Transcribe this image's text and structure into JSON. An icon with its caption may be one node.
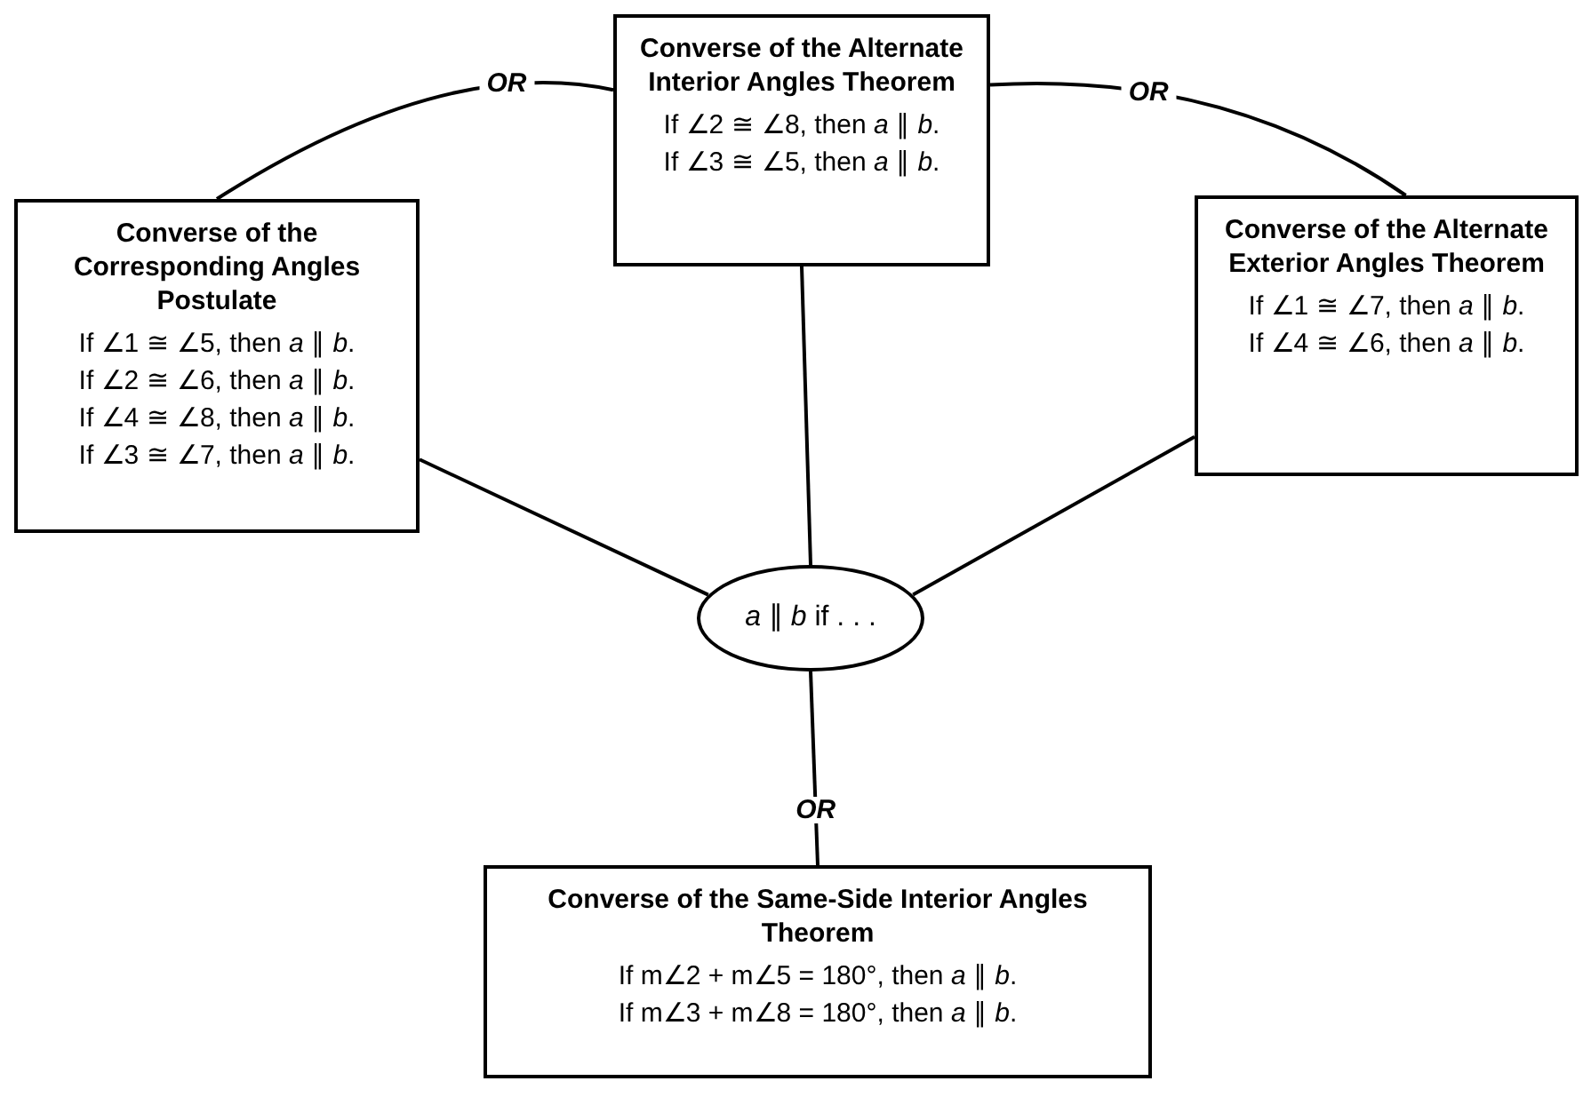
{
  "diagram": {
    "nodes": [
      {
        "text": [
          "Converse of the Alternate Interior Angles Theorem",
          "If ∠2 ≅ ∠8, then *a* ∥ *b*.",
          "If ∠3 ≅ ∠5, then *a* ∥ *b*."
        ]
      },
      {
        "text": [
          "Converse of the Corresponding Angles Postulate",
          "If ∠1 ≅ ∠5, then *a* ∥ *b*.",
          "If ∠2 ≅ ∠6, then *a* ∥ *b*.",
          "If ∠4 ≅ ∠8, then *a* ∥ *b*.",
          "If ∠3 ≅ ∠7, then *a* ∥ *b*."
        ]
      },
      {
        "text": [
          "Converse of the Alternate Exterior Angles Theorem",
          "If ∠1 ≅ ∠7, then *a* ∥ *b*.",
          "If ∠4 ≅ ∠6, then *a* ∥ *b*."
        ]
      },
      {
        "text": [
          "*a* ∥ *b* if . . ."
        ]
      },
      {
        "text": [
          "Converse of the Same-Side Interior Angles Theorem",
          "If m∠2 + m∠5 = 180°, then *a* ∥ *b*.",
          "If m∠3 + m∠8 = 180°, then *a* ∥ *b*."
        ]
      }
    ],
    "edges": [
      {
        "from": 3,
        "to": 0,
        "arrow": "none"
      },
      {
        "from": 3,
        "to": 1,
        "arrow": "none"
      },
      {
        "from": 3,
        "to": 2,
        "arrow": "none"
      },
      {
        "from": 3,
        "to": 4,
        "arrow": "none",
        "label": "OR"
      },
      {
        "from": 1,
        "to": 0,
        "arrow": "none",
        "label": "OR"
      },
      {
        "from": 0,
        "to": 2,
        "arrow": "none",
        "label": "OR"
      }
    ]
  }
}
